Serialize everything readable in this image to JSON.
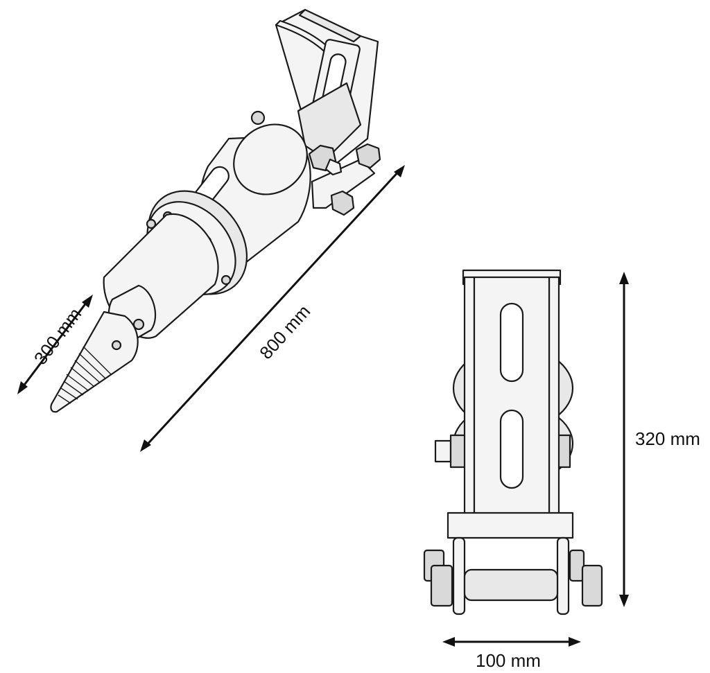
{
  "drawing": {
    "subject": "cone log splitter with mounting bracket",
    "dimensions": {
      "cone_length": "300 mm",
      "overall_length": "800 mm",
      "height": "320 mm",
      "width": "100 mm"
    }
  }
}
